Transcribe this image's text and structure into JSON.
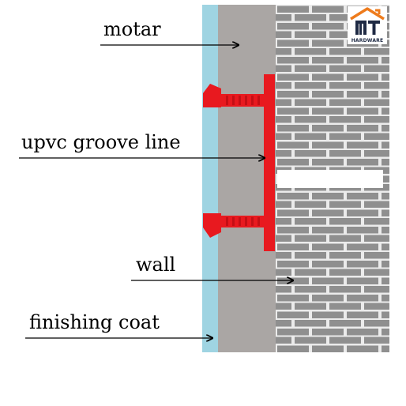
{
  "labels": {
    "motar": "motar",
    "upvc": "upvc groove line",
    "wall": "wall",
    "finishing": "finishing coat"
  },
  "logo": {
    "text": "HARDWARE",
    "icon": "house-roof-icon",
    "roof_color": "#ee7b1c",
    "letters_color": "#1f2a44"
  },
  "colors": {
    "finishing_coat": "#9fd4e2",
    "mortar": "#aaa6a4",
    "brick": "#8f8f8f",
    "mortar_joint": "#ebebeb",
    "groove_line": "#e8191f"
  }
}
